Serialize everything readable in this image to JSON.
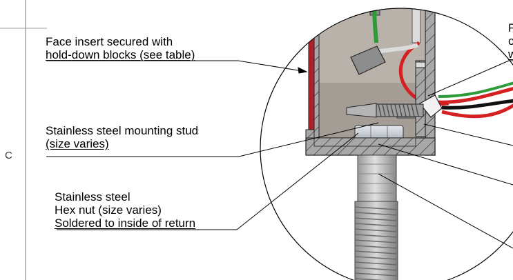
{
  "margin": {
    "zone_letter": "C"
  },
  "labels": {
    "face_insert": [
      "Face insert secured with",
      "hold-down blocks (see table)"
    ],
    "mounting_stud": [
      "Stainless steel mounting stud",
      "(size varies)"
    ],
    "hex_nut": [
      "Stainless steel",
      "Hex nut (size varies)",
      "Soldered to inside of return"
    ],
    "right_cut": [
      "F",
      "c",
      "w"
    ]
  },
  "colors": {
    "line": "#000000",
    "steel_light": "#c8c8c8",
    "interior_bg": "#b8b2aa",
    "wall_gray": "#a8a8a8",
    "red_trim": "#b0202a",
    "wire_red": "#d42020",
    "wire_green": "#2e9a3a",
    "wire_black": "#111111"
  }
}
